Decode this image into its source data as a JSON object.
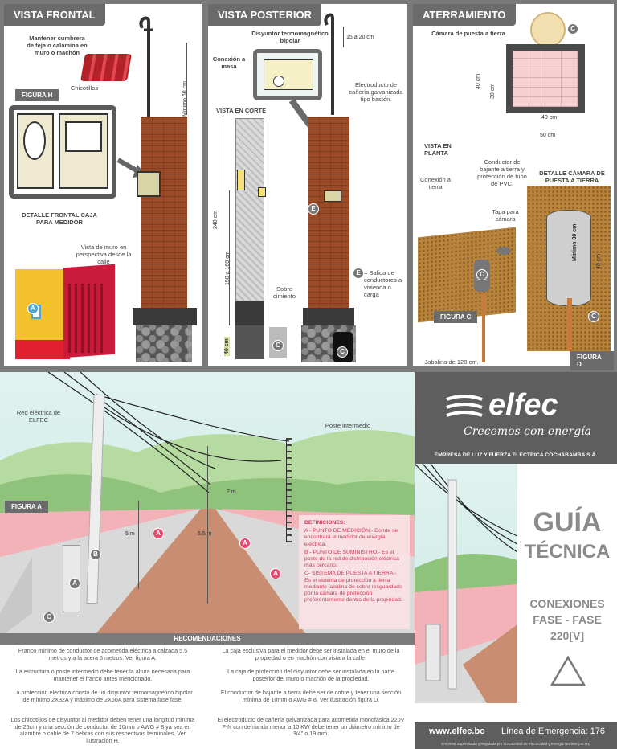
{
  "vista_frontal": {
    "title": "VISTA FRONTAL",
    "label_cumbrera": "Mantener cumbrera de teja o calamina en muro o machón",
    "label_chicotillos": "Chicotillos",
    "figura_h": "FIGURA H",
    "label_detalle": "DETALLE FRONTAL CAJA PARA MEDIDOR",
    "label_muro": "Vista de muro en perspectiva desde la calle",
    "dim_minimo": "Mínimo 60 cm"
  },
  "vista_posterior": {
    "title": "VISTA POSTERIOR",
    "label_disyuntor": "Disyuntor termomagnético bipolar",
    "dim_15_20": "15 a 20  cm",
    "label_conexion_masa": "Conexión a masa",
    "label_electroducto": "Electroducto de cañería galvanizada tipo bastón.",
    "label_vista_corte": "VISTA EN CORTE",
    "dim_240": "240 cm",
    "dim_150_160": "150 a 160 cm",
    "dim_40": "40 cm",
    "label_sobre_cimiento": "Sobre cimiento",
    "label_salida": "= Salida de conductores a vivienda o carga",
    "marker_e": "E",
    "marker_c": "C"
  },
  "aterramiento": {
    "title": "ATERRAMIENTO",
    "label_camara": "Cámara de puesta a tierra",
    "dim_40": "40 cm",
    "dim_30": "30 cm",
    "dim_40b": "40 cm",
    "dim_50": "50 cm",
    "label_vista_planta": "VISTA EN PLANTA",
    "label_conexion_tierra": "Conexión a tierra",
    "label_conductor": "Conductor de bajante a tierra y protección de tubo de PVC.",
    "label_detalle_camara": "DETALLE CÁMARA DE PUESTA A TIERRA",
    "label_tapa": "Tapa para cámara",
    "dim_minimo_30": "Mínimo 30 cm",
    "dim_40c": "40 cm",
    "figura_c": "FIGURA C",
    "figura_d": "FIGURA D",
    "label_jabalina": "Jabalina de 120 cm.",
    "marker_c": "C"
  },
  "figura_a": {
    "label_red": "Red eléctrica de ELFEC",
    "label_poste": "Poste intermedio",
    "tag": "FIGURA A",
    "dim_2m": "2 m",
    "dim_5m": "5 m",
    "dim_55m": "5,5 m",
    "marker_a": "A",
    "marker_b": "B",
    "marker_c": "C"
  },
  "definiciones": {
    "title": "DEFINICIONES:",
    "a": "A - PUNTO DE MEDICIÓN.- Donde se encontrará el medidor de energía eléctrica.",
    "b": "B - PUNTO DE SUMINISTRO.- Es el poste de la red de distribución eléctrica más cercano.",
    "c": "C- SISTEMA DE PUESTA A TIERRA.- Es el sistema de protección a tierra mediante jabalina de cobre resguardado por la cámara de protección preferentemente dentro de la propiedad."
  },
  "recomendaciones": {
    "title": "RECOMENDACIONES",
    "left": [
      "Franco mínimo de conductor de acometida eléctrica a calzada 5,5 metros y a la acera 5 metros. Ver figura A.",
      "La estructura o poste intermedio debe tener la altura necesaria para mantener el franco antes mencionado.",
      "La protección eléctrica consta de un disyuntor termomagnético bipolar de mínimo 2X32A y máximo de 2X50A para sistema fase fase.",
      "Los chicotillos de disyuntor al medidor deben tener una longitud mínima de 25cm y una sección de conductor de 10mm o AWG # 8 ya sea en alambre o cable de 7 hebras con sus respectivas terminales. Ver ilustración H."
    ],
    "right": [
      "La caja exclusiva para el medidor debe ser instalada en el muro de la propiedad o en machón con vista a la calle.",
      "La caja de protección del disyuntor debe ser instalada en la parte posterior del muro o machón de la propiedad.",
      "El conductor de bajante a tierra debe ser de cobre y tener una sección mínima de 10mm o AWG # 8. Ver ilustración figura D.",
      "El electroducto de cañería galvanizada para acometida monofásica 220V F-N con demanda menor a 10 KW debe tener un diámetro mínimo de 3/4\" o 19 mm."
    ]
  },
  "cover": {
    "brand": "elfec",
    "slogan": "Crecemos con energía",
    "company": "EMPRESA DE LUZ Y FUERZA ELÉCTRICA COCHABAMBA S.A.",
    "guia": "GUÍA",
    "tecnica": "TÉCNICA",
    "conexiones": "CONEXIONES",
    "fase": "FASE - FASE",
    "voltage": "220[V]",
    "website": "www.elfec.bo",
    "emergencia": "Línea de Emergencia: 176",
    "footnote": "Empresa Supervisada y Regulada por la Autoridad de Electricidad y Energía Nuclear (AETN)"
  },
  "colors": {
    "panel_gray": "#6b6b6b",
    "accent_pink": "#e64a6f",
    "brick": "#9a4c2a",
    "cover_gray": "#5e5e5e"
  }
}
